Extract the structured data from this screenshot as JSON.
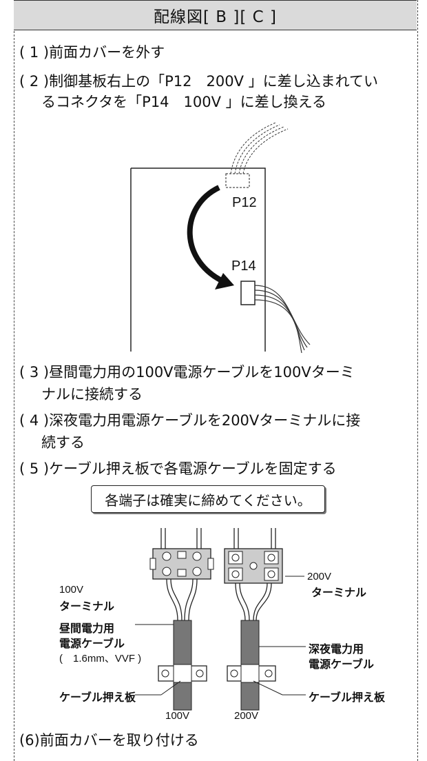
{
  "header": {
    "title": "配線図[ B ][ C ]"
  },
  "steps": {
    "s1": "( 1 )前面カバーを外す",
    "s2_line1": "( 2 )制御基板右上の「P12　200V 」に差し込まれてい",
    "s2_line2": "るコネクタを「P14　100V 」に差し換える",
    "s3_line1": "( 3 )昼間電力用の100V電源ケーブルを100Vターミ",
    "s3_line2": "ナルに接続する",
    "s4_line1": "( 4 )深夜電力用電源ケーブルを200Vターミナルに接",
    "s4_line2": "続する",
    "s5": "( 5 )ケーブル押え板で各電源ケーブルを固定する",
    "s6": "(6)前面カバーを取り付ける"
  },
  "diagram1": {
    "p12": "P12",
    "p14": "P14"
  },
  "callout": "各端子は確実に締めてください。",
  "diagram2": {
    "left_voltage": "100V",
    "left_terminal": "ターミナル",
    "left_cable_line1": "昼間電力用",
    "left_cable_line2": "電源ケーブル",
    "left_spec": "(　1.6mm、VVF )",
    "left_plate": "ケーブル押え板",
    "left_bottom": "100V",
    "right_voltage": "200V",
    "right_terminal": "ターミナル",
    "right_cable_line1": "深夜電力用",
    "right_cable_line2": "電源ケーブル",
    "right_plate": "ケーブル押え板",
    "right_bottom": "200V"
  }
}
